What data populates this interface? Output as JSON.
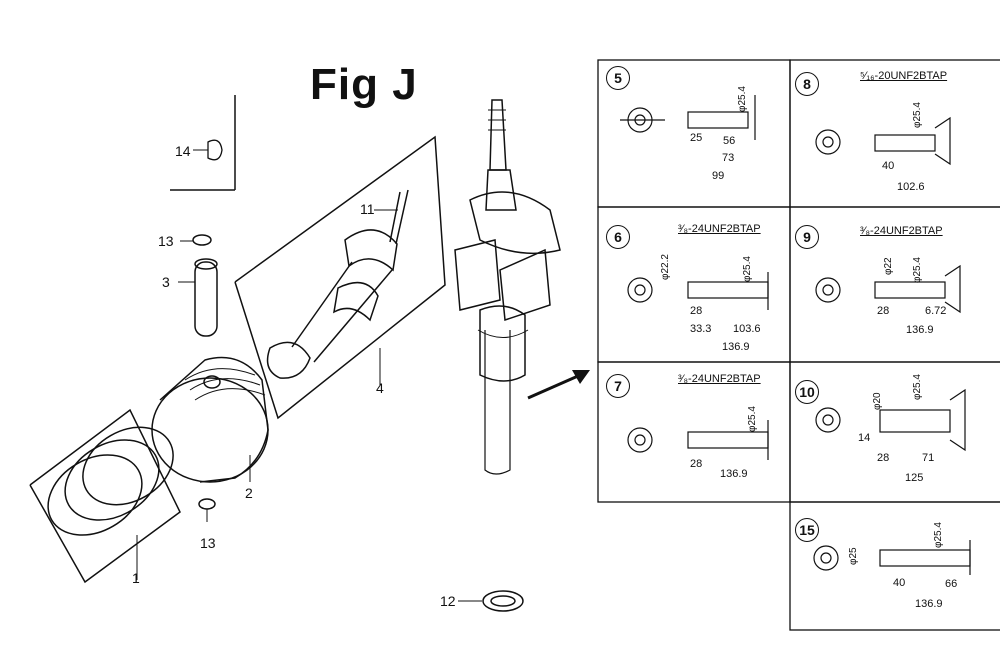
{
  "title": "Fig J",
  "callouts": [
    "14",
    "13",
    "3",
    "11",
    "4",
    "2",
    "13",
    "1",
    "12"
  ],
  "panels": {
    "p5": {
      "num": "5",
      "dims": [
        "25",
        "56",
        "73",
        "99"
      ],
      "dia": [
        "φ25.4"
      ]
    },
    "p8": {
      "num": "8",
      "tap": "⁵⁄₁₆-20UNF2BTAP",
      "dims": [
        "40",
        "102.6"
      ],
      "dia": [
        "φ25.4"
      ]
    },
    "p6": {
      "num": "6",
      "tap": "³⁄₈-24UNF2BTAP",
      "dims": [
        "28",
        "33.3",
        "103.6",
        "136.9"
      ],
      "dia": [
        "φ22.2",
        "φ25.4"
      ]
    },
    "p9": {
      "num": "9",
      "tap": "³⁄₈-24UNF2BTAP",
      "dims": [
        "28",
        "6.72",
        "136.9"
      ],
      "dia": [
        "φ22",
        "φ25.4"
      ]
    },
    "p7": {
      "num": "7",
      "tap": "³⁄₈-24UNF2BTAP",
      "dims": [
        "28",
        "136.9"
      ],
      "dia": [
        "φ25.4"
      ]
    },
    "p10": {
      "num": "10",
      "dims": [
        "14",
        "28",
        "71",
        "125"
      ],
      "dia": [
        "φ20",
        "φ25.4"
      ]
    },
    "p15": {
      "num": "15",
      "dims": [
        "40",
        "66",
        "136.9"
      ],
      "dia": [
        "φ25",
        "φ25.4"
      ]
    }
  }
}
